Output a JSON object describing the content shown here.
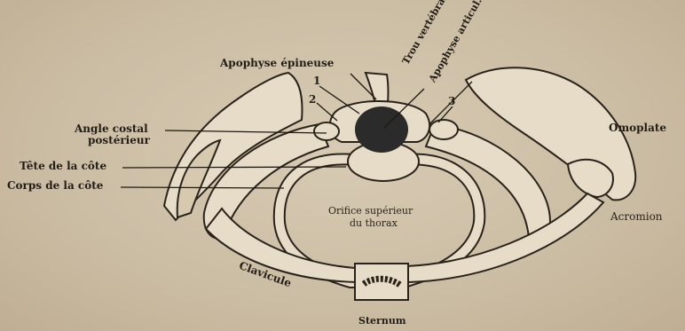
{
  "figure": {
    "labels": {
      "apophyse_epineuse": "Apophyse épineuse",
      "trou_vertebral": "Trou vertébral",
      "apophyse_articulaire": "Apophyse articul.",
      "num_1": "1",
      "num_2": "2",
      "num_3": "3",
      "angle_costal_line1": "Angle costal",
      "angle_costal_line2": "postérieur",
      "tete_cote": "Tête de la côte",
      "corps_cote": "Corps de la côte",
      "omoplate": "Omoplate",
      "acromion": "Acromion",
      "orifice_line1": "Orifice supérieur",
      "orifice_line2": "du thorax",
      "clavicule": "Clavicule",
      "sternum": "Sternum"
    },
    "colors": {
      "background": "#cdbfa6",
      "bone": "#e6dcc8",
      "outline": "#2a231b",
      "dark": "#2b2b2b"
    }
  }
}
